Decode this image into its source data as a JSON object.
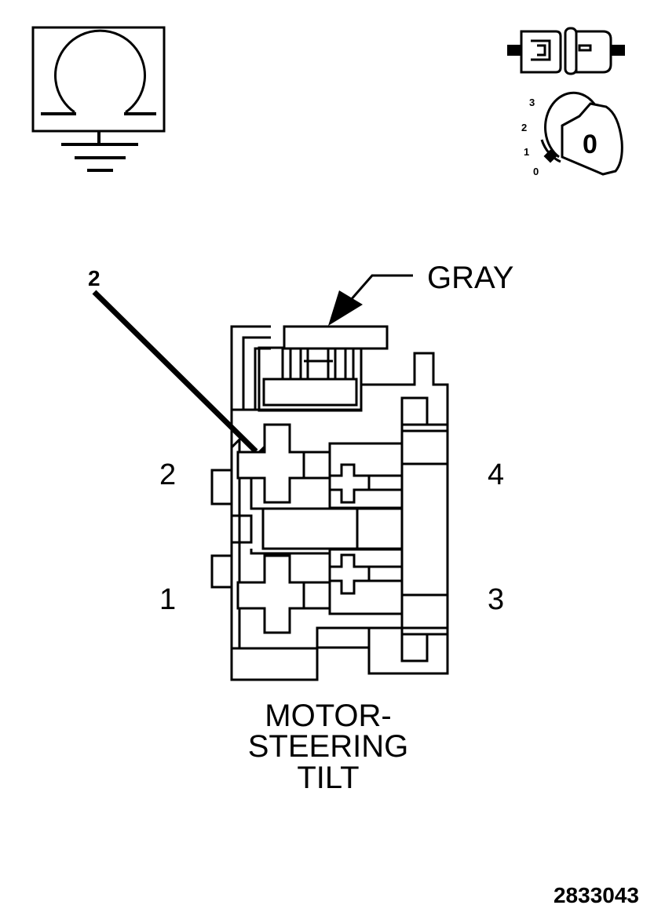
{
  "connector": {
    "color_label": "GRAY",
    "pin_callout": "2",
    "pins": {
      "p1": "1",
      "p2": "2",
      "p3": "3",
      "p4": "4"
    },
    "title_lines": [
      "MOTOR-",
      "STEERING",
      "TILT"
    ]
  },
  "ignition_key": {
    "positions": [
      "3",
      "2",
      "1",
      "0"
    ],
    "key_label": "0"
  },
  "figure_number": "2833043",
  "icons": [
    "ohmmeter-ground-icon",
    "connector-disconnected-icon",
    "ignition-key-off-icon"
  ]
}
